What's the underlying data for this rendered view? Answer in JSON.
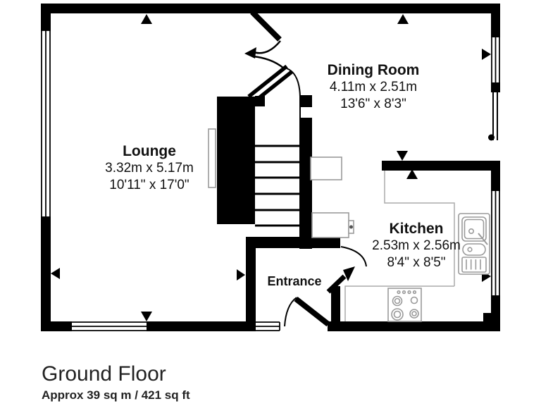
{
  "floorplan": {
    "rooms": [
      {
        "id": "lounge",
        "name": "Lounge",
        "metric": "3.32m x 5.17m",
        "imperial": "10'11\" x 17'0\""
      },
      {
        "id": "dining-room",
        "name": "Dining Room",
        "metric": "4.11m x 2.51m",
        "imperial": "13'6\" x 8'3\""
      },
      {
        "id": "kitchen",
        "name": "Kitchen",
        "metric": "2.53m x 2.56m",
        "imperial": "8'4\" x 8'5\""
      },
      {
        "id": "entrance",
        "name": "Entrance"
      }
    ],
    "floor": {
      "name": "Ground Floor",
      "area": "Approx 39 sq m / 421 sq ft"
    },
    "colors": {
      "wall": "#000000",
      "fixture": "#9a9a9a",
      "background": "#ffffff",
      "text": "#1a1a1a"
    }
  }
}
